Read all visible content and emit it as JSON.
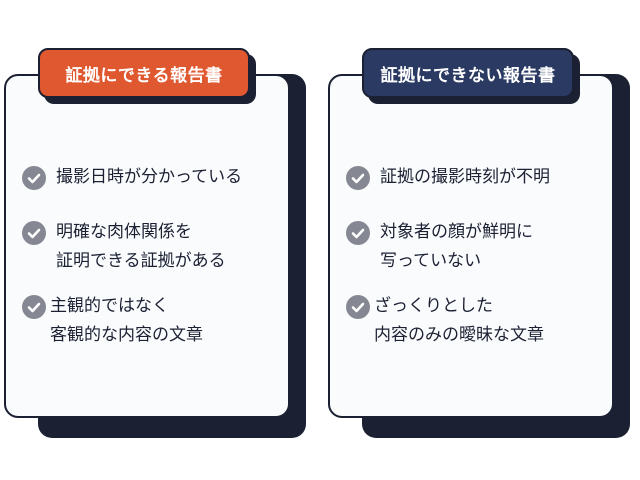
{
  "left_card": {
    "title": "証拠にできる報告書",
    "items": [
      {
        "lines": [
          "撮影日時が分かっている"
        ]
      },
      {
        "lines": [
          "明確な肉体関係を",
          "証明できる証拠がある"
        ]
      },
      {
        "lines": [
          "主観的ではなく",
          "客観的な内容の文章"
        ]
      }
    ]
  },
  "right_card": {
    "title": "証拠にできない報告書",
    "items": [
      {
        "lines": [
          "証拠の撮影時刻が不明"
        ]
      },
      {
        "lines": [
          "対象者の顔が鮮明に",
          "写っていない"
        ]
      },
      {
        "lines": [
          "ざっくりとした",
          "内容のみの曖昧な文章"
        ]
      }
    ]
  },
  "colors": {
    "left_tab": "#e0582f",
    "right_tab": "#2a3a62",
    "outline": "#1b2033",
    "check": "#858893"
  },
  "icons": {
    "item_marker": "check-circle-icon"
  }
}
